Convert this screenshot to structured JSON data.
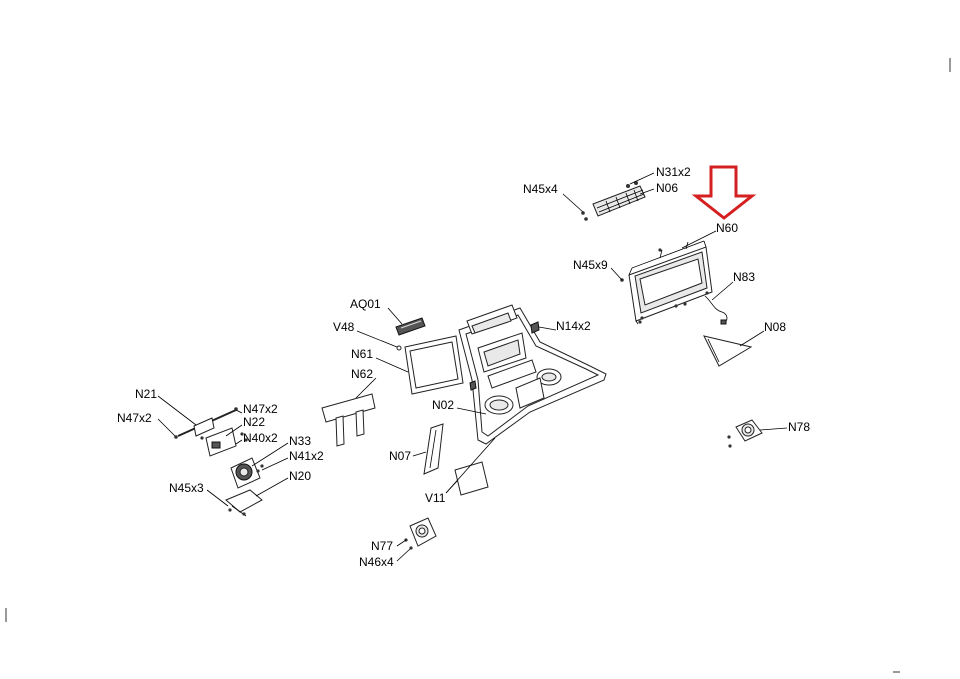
{
  "diagram": {
    "callouts": [
      {
        "id": "n31x2",
        "text": "N31x2"
      },
      {
        "id": "n45x4",
        "text": "N45x4"
      },
      {
        "id": "n06",
        "text": "N06"
      },
      {
        "id": "n60",
        "text": "N60"
      },
      {
        "id": "n45x9",
        "text": "N45x9"
      },
      {
        "id": "n83",
        "text": "N83"
      },
      {
        "id": "aq01",
        "text": "AQ01"
      },
      {
        "id": "n08",
        "text": "N08"
      },
      {
        "id": "v48",
        "text": "V48"
      },
      {
        "id": "n14x2",
        "text": "N14x2"
      },
      {
        "id": "n61",
        "text": "N61"
      },
      {
        "id": "n62",
        "text": "N62"
      },
      {
        "id": "n21",
        "text": "N21"
      },
      {
        "id": "n02",
        "text": "N02"
      },
      {
        "id": "n47x2-a",
        "text": "N47x2"
      },
      {
        "id": "n47x2-b",
        "text": "N47x2"
      },
      {
        "id": "n22",
        "text": "N22"
      },
      {
        "id": "n78",
        "text": "N78"
      },
      {
        "id": "n40x2",
        "text": "N40x2"
      },
      {
        "id": "n33",
        "text": "N33"
      },
      {
        "id": "n07",
        "text": "N07"
      },
      {
        "id": "n41x2",
        "text": "N41x2"
      },
      {
        "id": "n20",
        "text": "N20"
      },
      {
        "id": "n45x3",
        "text": "N45x3"
      },
      {
        "id": "v11",
        "text": "V11"
      },
      {
        "id": "n77",
        "text": "N77"
      },
      {
        "id": "n46x4",
        "text": "N46x4"
      }
    ],
    "highlight": {
      "target": "N60",
      "color": "#d42020"
    },
    "colors": {
      "line": "#222222",
      "background": "#ffffff"
    }
  }
}
